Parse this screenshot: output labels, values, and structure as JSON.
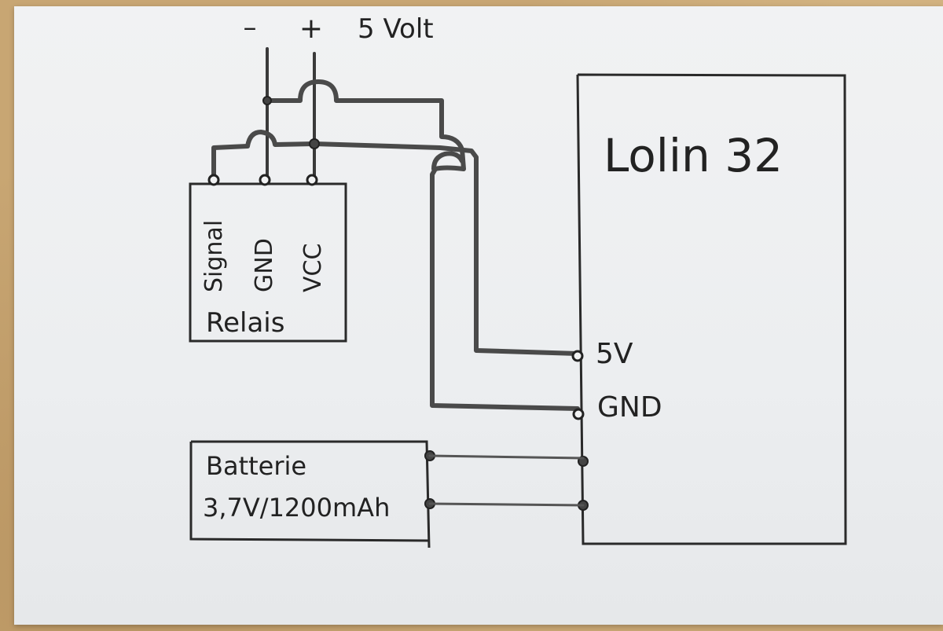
{
  "supply": {
    "minus": "–",
    "plus": "+",
    "voltage": "5 Volt"
  },
  "relay": {
    "name": "Relais",
    "pins": [
      "Signal",
      "GND",
      "VCC"
    ]
  },
  "board": {
    "name": "Lolin 32",
    "pin_5v": "5V",
    "pin_gnd": "GND"
  },
  "battery": {
    "name": "Batterie",
    "spec": "3,7V/1200mAh"
  }
}
